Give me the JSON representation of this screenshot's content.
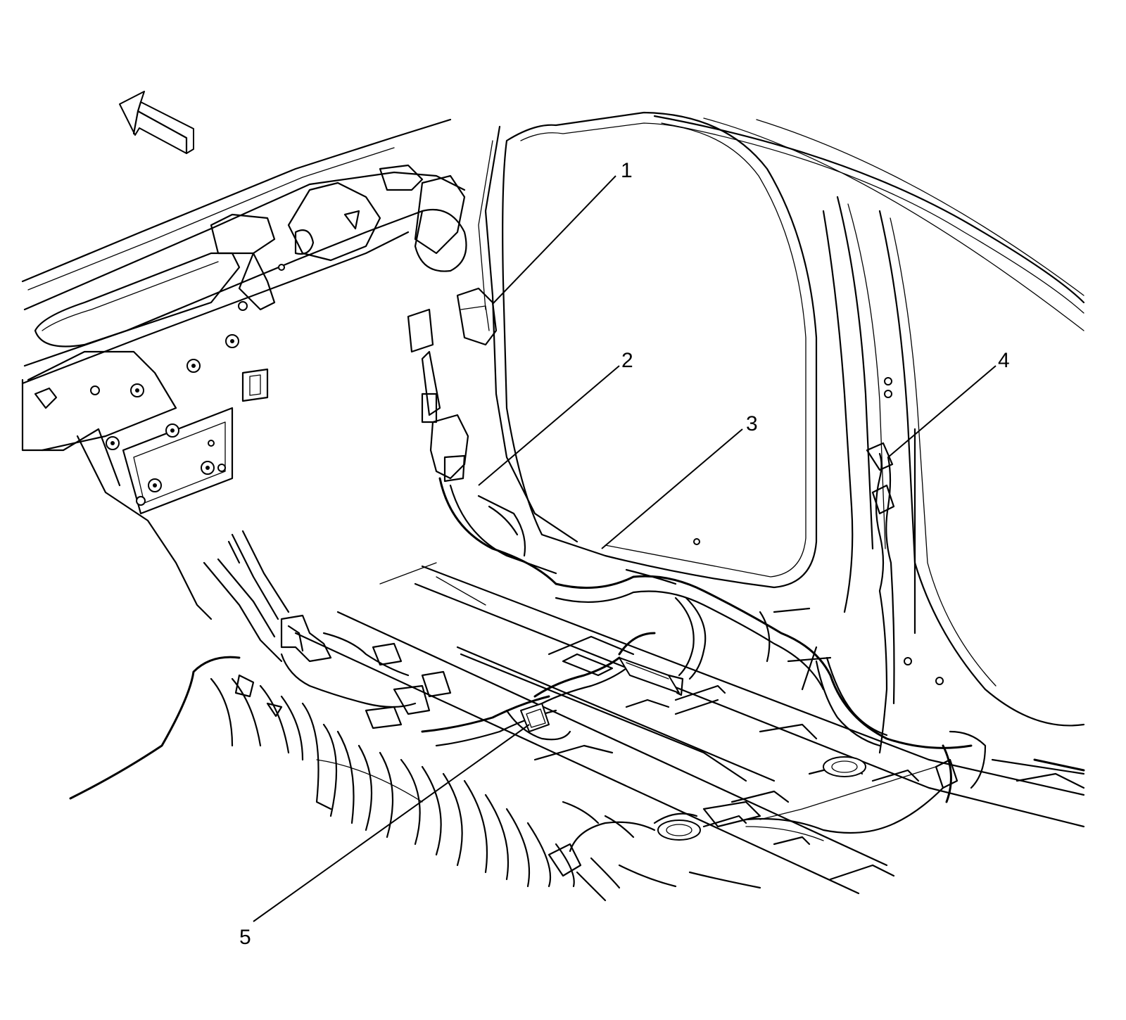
{
  "callouts": [
    {
      "id": "1",
      "label": "1"
    },
    {
      "id": "2",
      "label": "2"
    },
    {
      "id": "3",
      "label": "3"
    },
    {
      "id": "4",
      "label": "4"
    },
    {
      "id": "5",
      "label": "5"
    }
  ],
  "icons": {
    "direction_arrow": "forward-direction-arrow-icon"
  }
}
